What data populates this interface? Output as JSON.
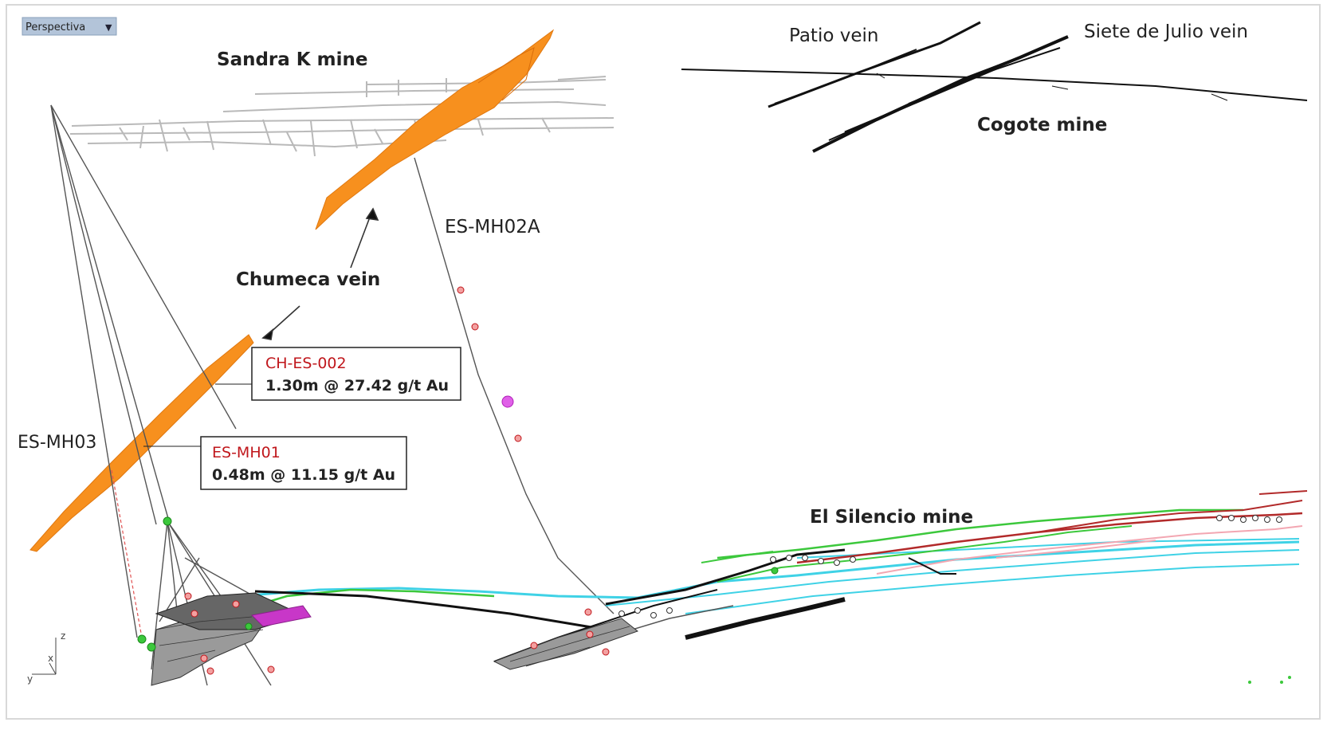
{
  "viewport": {
    "label": "Perspectiva"
  },
  "mines": {
    "sandra_k": "Sandra K mine",
    "cogote": "Cogote mine",
    "el_silencio": "El Silencio mine"
  },
  "veins": {
    "patio": "Patio vein",
    "siete_de_julio": "Siete de Julio vein",
    "chumeca": "Chumeca vein"
  },
  "drillholes": {
    "es_mh02a": "ES-MH02A",
    "es_mh03": "ES-MH03"
  },
  "intercepts": [
    {
      "hole": "CH-ES-002",
      "result": "1.30m @ 27.42 g/t Au"
    },
    {
      "hole": "ES-MH01",
      "result": "0.48m @ 11.15 g/t Au"
    }
  ],
  "axes": {
    "z": "z",
    "x": "x",
    "y": "y"
  },
  "colors": {
    "vein_orange": "#f7901e",
    "workings_gray": "#b9b9b9",
    "intercept_red": "#c0171c",
    "level_green": "#3cc83c",
    "level_cyan": "#3fd2e6",
    "level_red": "#b22a2a",
    "level_pink": "#f3a7b2"
  }
}
